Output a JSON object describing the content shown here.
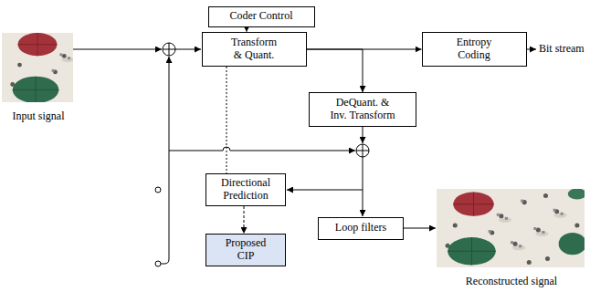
{
  "diagram": {
    "nodes": [
      {
        "text": [
          "Coder Control"
        ]
      },
      {
        "text": [
          "Transform & Quant."
        ]
      },
      {
        "text": [
          "Entropy Coding"
        ]
      },
      {
        "text": [
          "DeQuant. & Inv. Transform"
        ]
      },
      {
        "text": [
          "Directional Prediction"
        ]
      },
      {
        "text": [
          "Loop filters"
        ]
      },
      {
        "text": [
          "Proposed CIP"
        ]
      }
    ],
    "edges": [
      {
        "from": 0,
        "to": 1,
        "arrow": "to"
      },
      {
        "from": 1,
        "to": 2,
        "arrow": "to"
      },
      {
        "from": 1,
        "to": 3,
        "arrow": "to"
      },
      {
        "from": 1,
        "to": 4,
        "arrow": "none"
      },
      {
        "from": 4,
        "to": 6,
        "arrow": "to"
      }
    ],
    "labels": [
      "Input signal",
      "Bit stream",
      "Reconstructed signal"
    ]
  }
}
